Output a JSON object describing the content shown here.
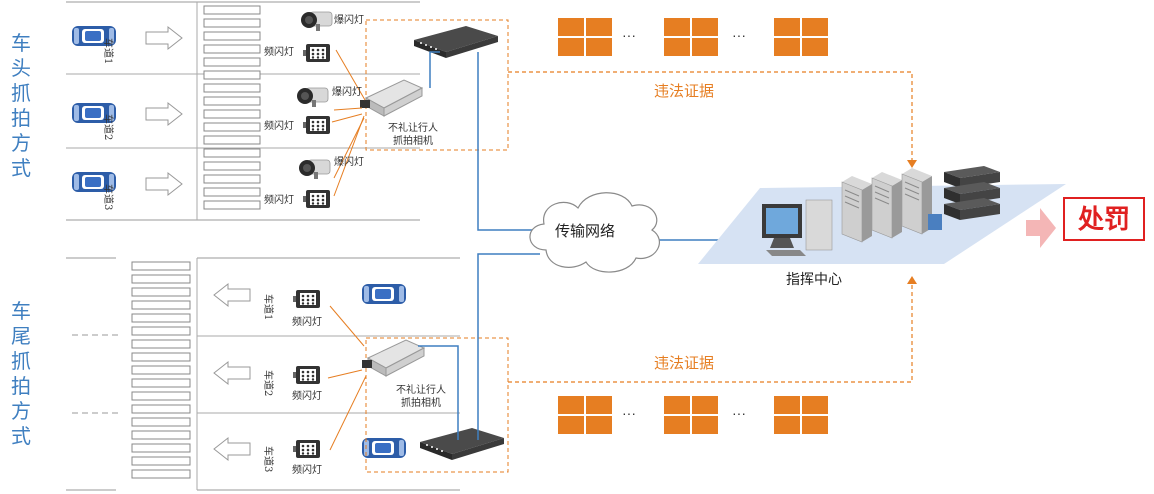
{
  "left_titles": {
    "head_mode": [
      "车",
      "头",
      "抓",
      "拍",
      "方",
      "式"
    ],
    "tail_mode": [
      "车",
      "尾",
      "抓",
      "拍",
      "方",
      "式"
    ]
  },
  "lanes": {
    "lane1": "车道1",
    "lane2": "车道2",
    "lane3": "车道3"
  },
  "lights": {
    "burst": "爆闪灯",
    "flash": "频闪灯"
  },
  "camera_label": [
    "不礼让行人",
    "抓拍相机"
  ],
  "network_label": "传输网络",
  "evidence_label": "违法证据",
  "command_center_label": "指挥中心",
  "penalty_label": "处罚",
  "ellipsis": "···",
  "colors": {
    "accent_blue": "#3f7fc0",
    "evidence_orange": "#e67e22",
    "penalty_red": "#e02020",
    "platform_blue": "#d6e2f3",
    "car_blue": "#2d5da8"
  }
}
